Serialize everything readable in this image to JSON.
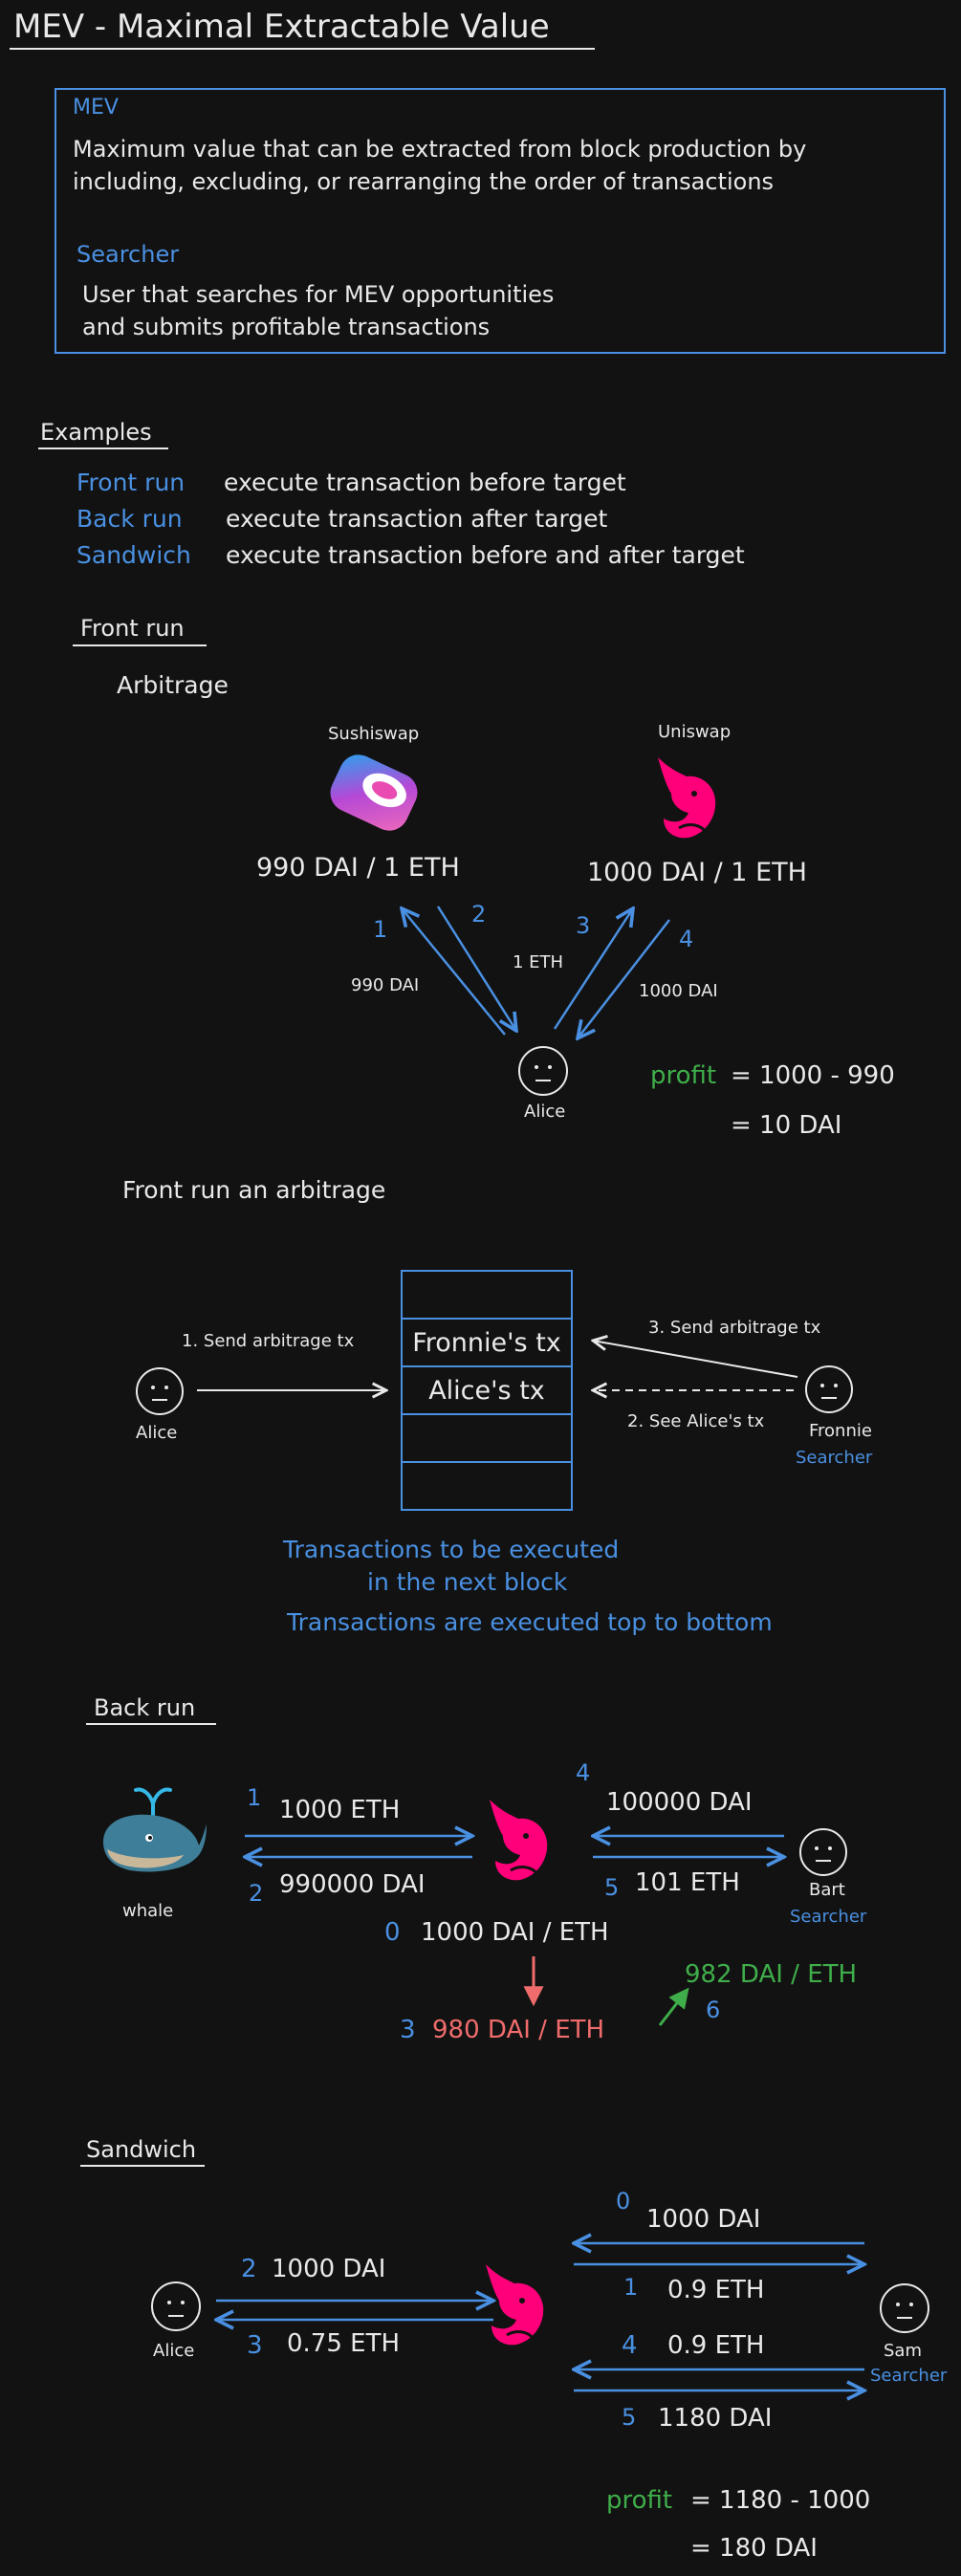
{
  "title": "MEV - Maximal Extractable Value",
  "definitions": {
    "mev_term": "MEV",
    "mev_line1": "Maximum value that can be extracted from block production by",
    "mev_line2": "including, excluding, or rearranging the order of transactions",
    "searcher_term": "Searcher",
    "searcher_line1": "User that searches for MEV opportunities",
    "searcher_line2": "and submits profitable transactions"
  },
  "examples": {
    "heading": "Examples",
    "items": [
      {
        "term": "Front run",
        "desc": "execute transaction before target"
      },
      {
        "term": "Back run",
        "desc": "execute transaction after target"
      },
      {
        "term": "Sandwich",
        "desc": "execute transaction before and after target"
      }
    ]
  },
  "front_run": {
    "heading": "Front run",
    "subheading": "Arbitrage",
    "sushiswap_label": "Sushiswap",
    "uniswap_label": "Uniswap",
    "sushi_price": "990 DAI / 1 ETH",
    "uni_price": "1000 DAI / 1 ETH",
    "steps": [
      "1",
      "2",
      "3",
      "4"
    ],
    "amount_990": "990 DAI",
    "amount_1eth": "1 ETH",
    "amount_1000": "1000 DAI",
    "alice_label": "Alice",
    "profit_word": "profit",
    "profit_eq1": "= 1000 - 990",
    "profit_eq2": "= 10 DAI"
  },
  "front_run_arb": {
    "heading": "Front run an arbitrage",
    "send_alice": "1. Send arbitrage tx",
    "send_fronnie": "3. Send arbitrage tx",
    "see_alice": "2. See Alice's tx",
    "tx_fronnie": "Fronnie's tx",
    "tx_alice": "Alice's tx",
    "alice_label": "Alice",
    "fronnie_label": "Fronnie",
    "searcher_label": "Searcher",
    "caption1": "Transactions to be executed",
    "caption2": "in the next block",
    "caption3": "Transactions are executed top to bottom"
  },
  "back_run": {
    "heading": "Back run",
    "whale_label": "whale",
    "step1": "1",
    "amt_1000eth": "1000 ETH",
    "step2": "2",
    "amt_990000dai": "990000 DAI",
    "step4": "4",
    "amt_100000dai": "100000 DAI",
    "step5": "5",
    "amt_101eth": "101 ETH",
    "bart_label": "Bart",
    "searcher_label": "Searcher",
    "step0": "0",
    "price0": "1000 DAI / ETH",
    "step3": "3",
    "price3": "980 DAI / ETH",
    "price6": "982 DAI / ETH",
    "step6": "6"
  },
  "sandwich": {
    "heading": "Sandwich",
    "alice_label": "Alice",
    "step2": "2",
    "amt_1000dai_a": "1000 DAI",
    "step3": "3",
    "amt_075eth": "0.75 ETH",
    "step0": "0",
    "amt_1000dai_s": "1000 DAI",
    "step1": "1",
    "amt_09eth_1": "0.9 ETH",
    "step4": "4",
    "amt_09eth_4": "0.9 ETH",
    "step5": "5",
    "amt_1180dai": "1180 DAI",
    "sam_label": "Sam",
    "searcher_label": "Searcher",
    "profit_word": "profit",
    "profit_eq1": "= 1180 - 1000",
    "profit_eq2": "= 180 DAI"
  },
  "colors": {
    "background": "#121212",
    "text": "#e9e9e9",
    "blue": "#4a90e2",
    "green": "#3fae4a",
    "red": "#f06c6c",
    "uniswap_pink": "#ff007a"
  }
}
